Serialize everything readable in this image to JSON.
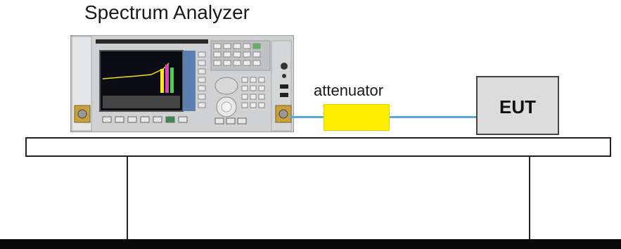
{
  "diagram": {
    "analyzer_label": "Spectrum Analyzer",
    "attenuator_label": "attenuator",
    "eut_label": "EUT"
  },
  "colors": {
    "attenuator": "#ffee00",
    "cable": "#5aa9d6",
    "eut_box": "#dcdcdc",
    "ground": "#0a0a0a"
  }
}
